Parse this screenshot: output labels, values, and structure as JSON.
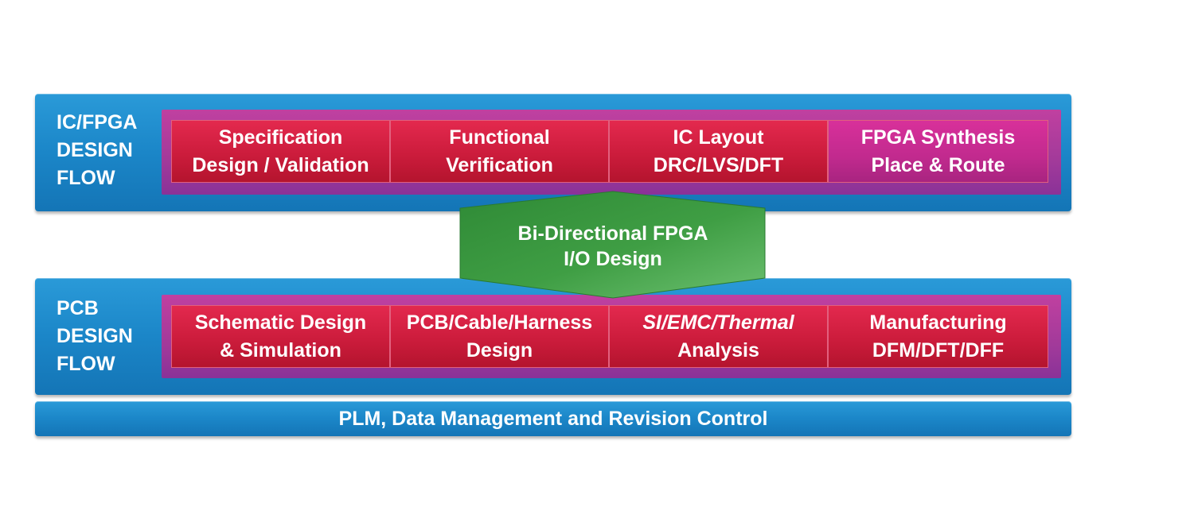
{
  "ic_flow": {
    "label": "IC/FPGA\nDESIGN\nFLOW",
    "stages": [
      {
        "line1": "Specification",
        "line2": "Design / Validation"
      },
      {
        "line1": "Functional",
        "line2": "Verification"
      },
      {
        "line1": "IC Layout",
        "line2": "DRC/LVS/DFT"
      },
      {
        "line1": "FPGA Synthesis",
        "line2": "Place & Route"
      }
    ]
  },
  "bridge": {
    "line1": "Bi-Directional FPGA",
    "line2": "I/O Design"
  },
  "pcb_flow": {
    "label": "PCB\nDESIGN\nFLOW",
    "stages": [
      {
        "line1": "Schematic Design",
        "line2": "& Simulation"
      },
      {
        "line1": "PCB/Cable/Harness",
        "line2": "Design"
      },
      {
        "line1": "SI/EMC/Thermal",
        "line2": "Analysis"
      },
      {
        "line1": "Manufacturing",
        "line2": "DFM/DFT/DFF"
      }
    ]
  },
  "plm": {
    "label": "PLM, Data Management and Revision Control"
  },
  "colors": {
    "band_blue": "#1b86c8",
    "tray_purple": "#a23a9a",
    "cell_red": "#cc1c3c",
    "cell_magenta": "#c12a8e",
    "bridge_green": "#3a9a3e"
  }
}
